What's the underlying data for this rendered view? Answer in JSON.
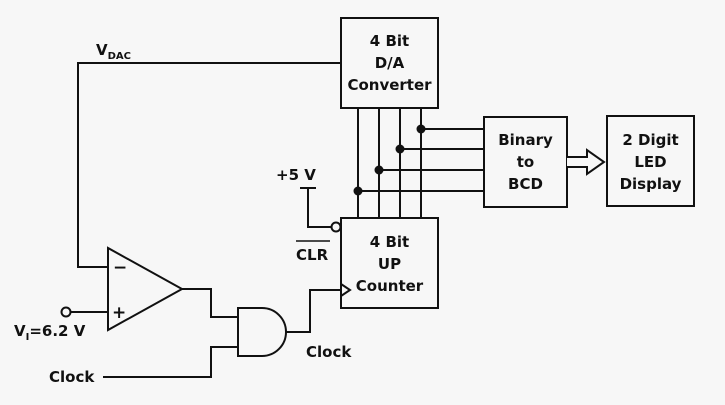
{
  "blocks": {
    "dac": {
      "lines": [
        "4 Bit",
        "D/A",
        "Converter"
      ]
    },
    "counter": {
      "lines": [
        "4 Bit",
        "UP",
        "Counter"
      ]
    },
    "bcd": {
      "lines": [
        "Binary",
        "to",
        "BCD"
      ]
    },
    "display": {
      "lines": [
        "2 Digit",
        "LED",
        "Display"
      ]
    }
  },
  "labels": {
    "vdac_main": "V",
    "vdac_sub": "DAC",
    "supply": "+5 V",
    "clr": "CLR",
    "vi_main": "V",
    "vi_sub": "I",
    "vi_value": "=6.2 V",
    "clock_gate_output": "Clock",
    "clock_input": "Clock",
    "minus": "−",
    "plus": "+"
  }
}
